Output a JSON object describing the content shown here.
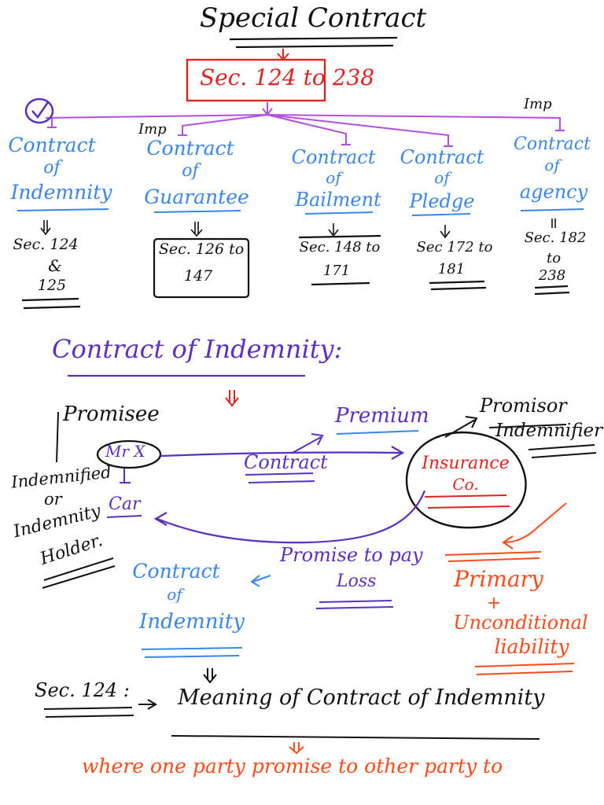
{
  "title": "Special Contract",
  "sections_box": "Sec. 124 to 238",
  "imp_mark": "Imp",
  "types": [
    {
      "name": "Contract of Indemnity",
      "line1": "Contract",
      "line2": "of",
      "line3": "Indemnity",
      "secs": [
        "Sec. 124",
        "&",
        "125"
      ]
    },
    {
      "name": "Contract of Guarantee",
      "line1": "Contract",
      "line2": "of",
      "line3": "Guarantee",
      "secs": [
        "Sec. 126 to",
        "147"
      ]
    },
    {
      "name": "Contract of Bailment",
      "line1": "Contract",
      "line2": "of",
      "line3": "Bailment",
      "secs": [
        "Sec. 148 to",
        "171"
      ]
    },
    {
      "name": "Contract of Pledge",
      "line1": "Contract",
      "line2": "of",
      "line3": "Pledge",
      "secs": [
        "Sec 172 to",
        "181"
      ]
    },
    {
      "name": "Contract of agency",
      "line1": "Contract",
      "line2": "of",
      "line3": "agency",
      "secs": [
        "Sec. 182",
        "to",
        "238"
      ]
    }
  ],
  "heading": "Contract of Indemnity:",
  "diagram": {
    "promisee": "Promisee",
    "mr_x": "Mr X",
    "car": "Car",
    "indemnified": [
      "Indemnified",
      "or",
      "Indemnity",
      "Holder."
    ],
    "contract": "Contract",
    "premium": "Premium",
    "insurance": [
      "Insurance",
      "Co."
    ],
    "promisor": "Promisor",
    "indemnifier": "Indemnifier",
    "promise_to_pay": [
      "Promise to pay",
      "Loss"
    ],
    "contract_of_indemnity": [
      "Contract",
      "of",
      "Indemnity"
    ],
    "liability": [
      "Primary",
      "+",
      "Unconditional",
      "liability"
    ]
  },
  "definition": {
    "sec": "Sec. 124 :",
    "meaning": "Meaning of Contract of Indemnity",
    "where": "where one party promise to other party to"
  },
  "colors": {
    "ink": "#111111",
    "blue": "#3a86e8",
    "purple": "#5a2fc2",
    "magenta": "#b34fe0",
    "red": "#e0231f",
    "orange": "#ff4a1a"
  }
}
